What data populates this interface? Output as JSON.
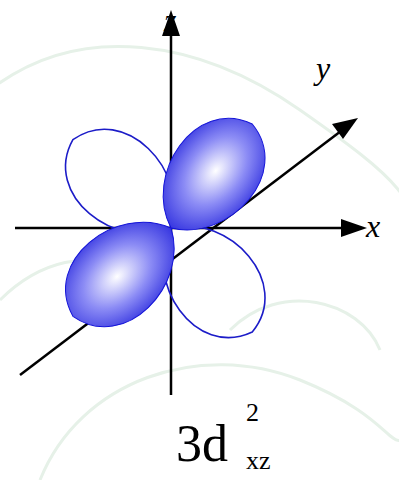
{
  "diagram": {
    "labels": [
      "z",
      "y",
      "x",
      "3d",
      "2",
      "xz"
    ]
  }
}
